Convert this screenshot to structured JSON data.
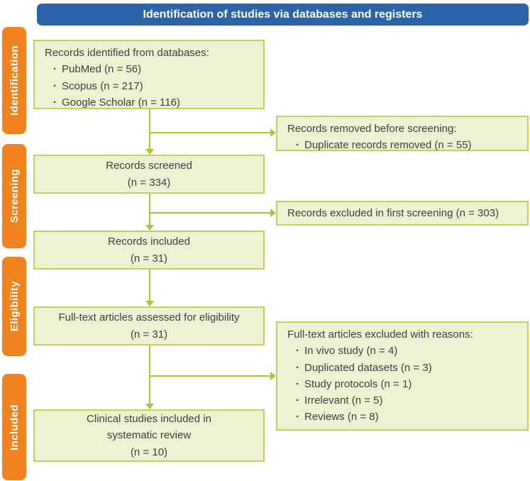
{
  "header": {
    "title": "Identification of studies via databases and registers"
  },
  "sidebar": {
    "stages": [
      {
        "label": "Identification"
      },
      {
        "label": "Screening"
      },
      {
        "label": "Eligibility"
      },
      {
        "label": "Included"
      }
    ]
  },
  "flow": {
    "main_boxes": [
      {
        "heading": "Records identified from databases:",
        "bullets": [
          "PubMed (n = 56)",
          "Scopus (n = 217)",
          "Google Scholar (n = 116)"
        ]
      },
      {
        "lines": [
          "Records screened",
          "(n = 334)"
        ]
      },
      {
        "lines": [
          "Records included",
          "(n = 31)"
        ]
      },
      {
        "lines": [
          "Full-text articles assessed for eligibility",
          "(n = 31)"
        ]
      },
      {
        "lines": [
          "Clinical studies included in",
          "systematic review",
          "(n = 10)"
        ]
      }
    ],
    "side_boxes": [
      {
        "heading": "Records removed before screening:",
        "bullets": [
          "Duplicate records removed (n = 55)"
        ]
      },
      {
        "heading": "Records excluded in first screening (n = 303)",
        "bullets": []
      },
      {
        "heading": "Full-text articles excluded with reasons:",
        "bullets": [
          "In vivo study (n = 4)",
          "Duplicated datasets (n = 3)",
          "Study protocols (n = 1)",
          "Irrelevant (n = 5)",
          "Reviews (n = 8)"
        ]
      }
    ]
  },
  "glyphs": {
    "bullet": "·"
  },
  "colors": {
    "header_bg": "#2b64a9",
    "header_text": "#ffffff",
    "stage_bg": "#f0831e",
    "stage_text": "#ffffff",
    "box_bg": "#eef1d2",
    "box_border": "#c0d25e",
    "arrow": "#a5c837",
    "text": "#3f3f3f"
  }
}
